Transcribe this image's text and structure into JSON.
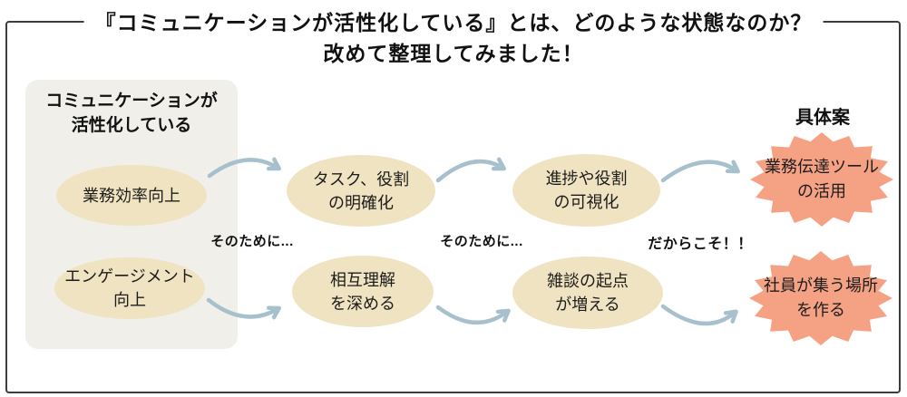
{
  "title": {
    "line1": "『コミュニケーションが活性化している』とは、どのような状態なのか？",
    "line2": "改めて整理してみました！"
  },
  "panel": {
    "heading": "コミュニケーションが\n活性化している"
  },
  "nodes": {
    "efficiency": "業務効率向上",
    "engagement": "エンゲージメント\n向上",
    "task_clarity": "タスク、役割\nの明確化",
    "mutual_understanding": "相互理解\nを深める",
    "progress_visibility": "進捗や役割\nの可視化",
    "chat_starters": "雑談の起点\nが増える"
  },
  "connectors": {
    "sonotameni_1": "そのために...",
    "sonotameni_2": "そのために...",
    "dakarakoso": "だからこそ！！"
  },
  "proposals": {
    "heading": "具体案",
    "tool": "業務伝達ツール\nの活用",
    "place": "社員が集う場所\nを作る"
  },
  "colors": {
    "panel_fill": "#f0efe9",
    "ellipse_fill": "#f0e3c1",
    "starburst_fill": "#f5a284",
    "arrow": "#a7c0cd",
    "border": "#3d3d3d",
    "text": "#111111"
  }
}
